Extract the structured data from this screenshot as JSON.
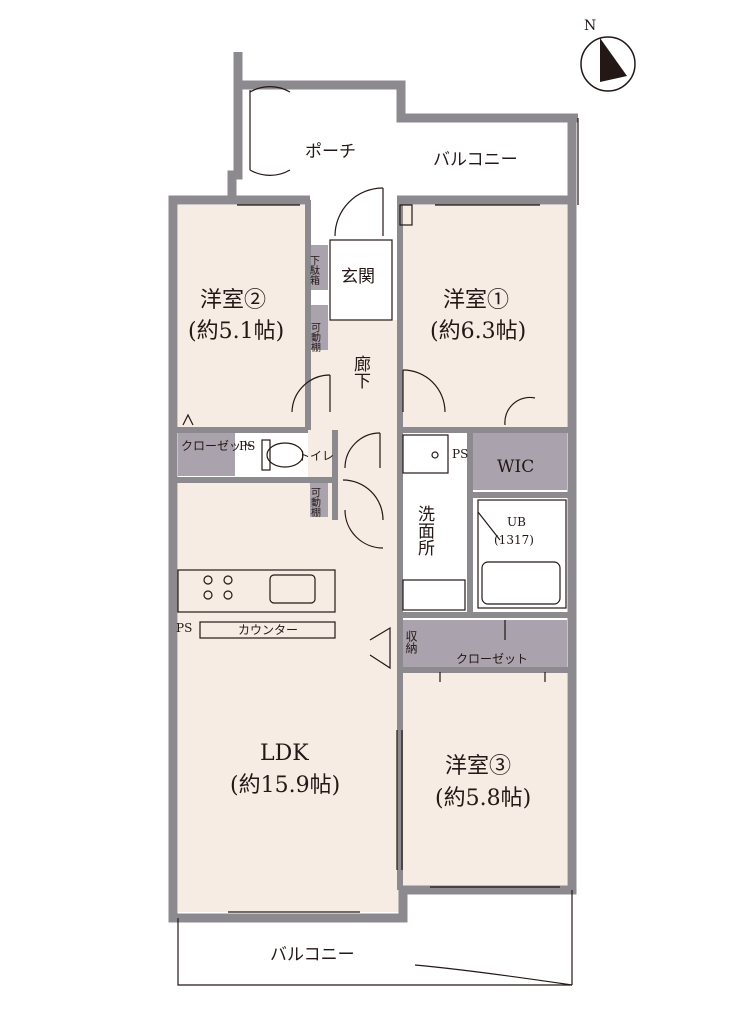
{
  "compass": {
    "north_label": "N"
  },
  "rooms": {
    "porch": "ポーチ",
    "balcony_top": "バルコニー",
    "entrance": "玄関",
    "shoe_box": "下駄箱",
    "movable_shelf_1": "可動棚",
    "movable_shelf_2": "可動棚",
    "corridor": "廊下",
    "western2": {
      "name": "洋室②",
      "size": "(約5.1帖)"
    },
    "western1": {
      "name": "洋室①",
      "size": "(約6.3帖)"
    },
    "closet_w2": "クローゼット",
    "ps_1": "PS",
    "toilet": "トイレ",
    "ps_2": "PS",
    "wic": "WIC",
    "washroom": "洗面所",
    "ub": "UB",
    "ub_size": "(1317)",
    "ps_3": "PS",
    "counter": "カウンター",
    "storage": "収納",
    "closet_w3": "クローゼット",
    "ldk": {
      "name": "LDK",
      "size": "(約15.9帖)"
    },
    "western3": {
      "name": "洋室③",
      "size": "(約5.8帖)"
    },
    "balcony_bottom": "バルコニー"
  },
  "colors": {
    "wall": "#8c8a8f",
    "floor": "#f6ece3",
    "storage": "#aaa2ad",
    "line": "#231815"
  }
}
